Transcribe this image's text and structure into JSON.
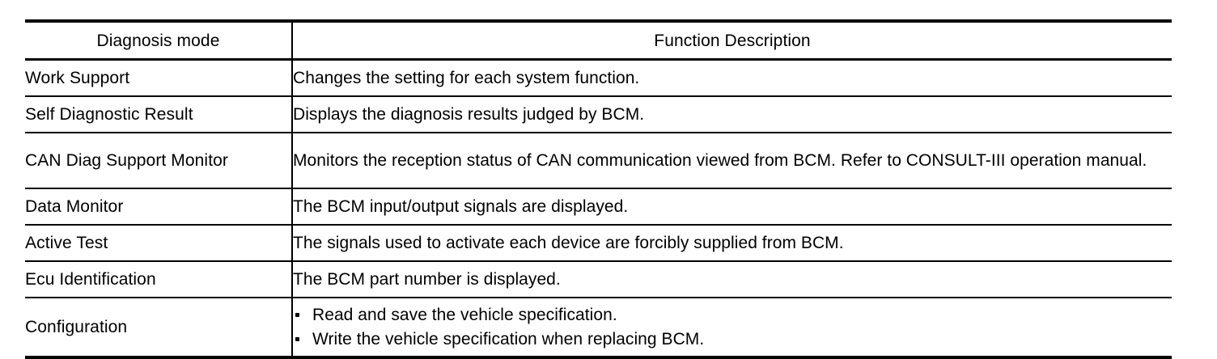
{
  "table": {
    "headers": {
      "mode": "Diagnosis mode",
      "description": "Function Description"
    },
    "rows": [
      {
        "mode": "Work Support",
        "description": "Changes the setting for each system function."
      },
      {
        "mode": "Self Diagnostic Result",
        "description": "Displays the diagnosis results judged by BCM."
      },
      {
        "mode": "CAN Diag Support Monitor",
        "description": "Monitors the reception status of CAN communication viewed from BCM. Refer to CONSULT-III operation manual."
      },
      {
        "mode": "Data Monitor",
        "description": "The BCM input/output signals are displayed."
      },
      {
        "mode": "Active Test",
        "description": "The signals used to activate each device are forcibly supplied from BCM."
      },
      {
        "mode": "Ecu Identification",
        "description": "The BCM part number is displayed."
      },
      {
        "mode": "Configuration",
        "bullets": [
          "Read and save the vehicle specification.",
          "Write the vehicle specification when replacing BCM."
        ]
      }
    ]
  },
  "colors": {
    "rule": "#000000",
    "text": "#000000",
    "background": "#ffffff"
  }
}
